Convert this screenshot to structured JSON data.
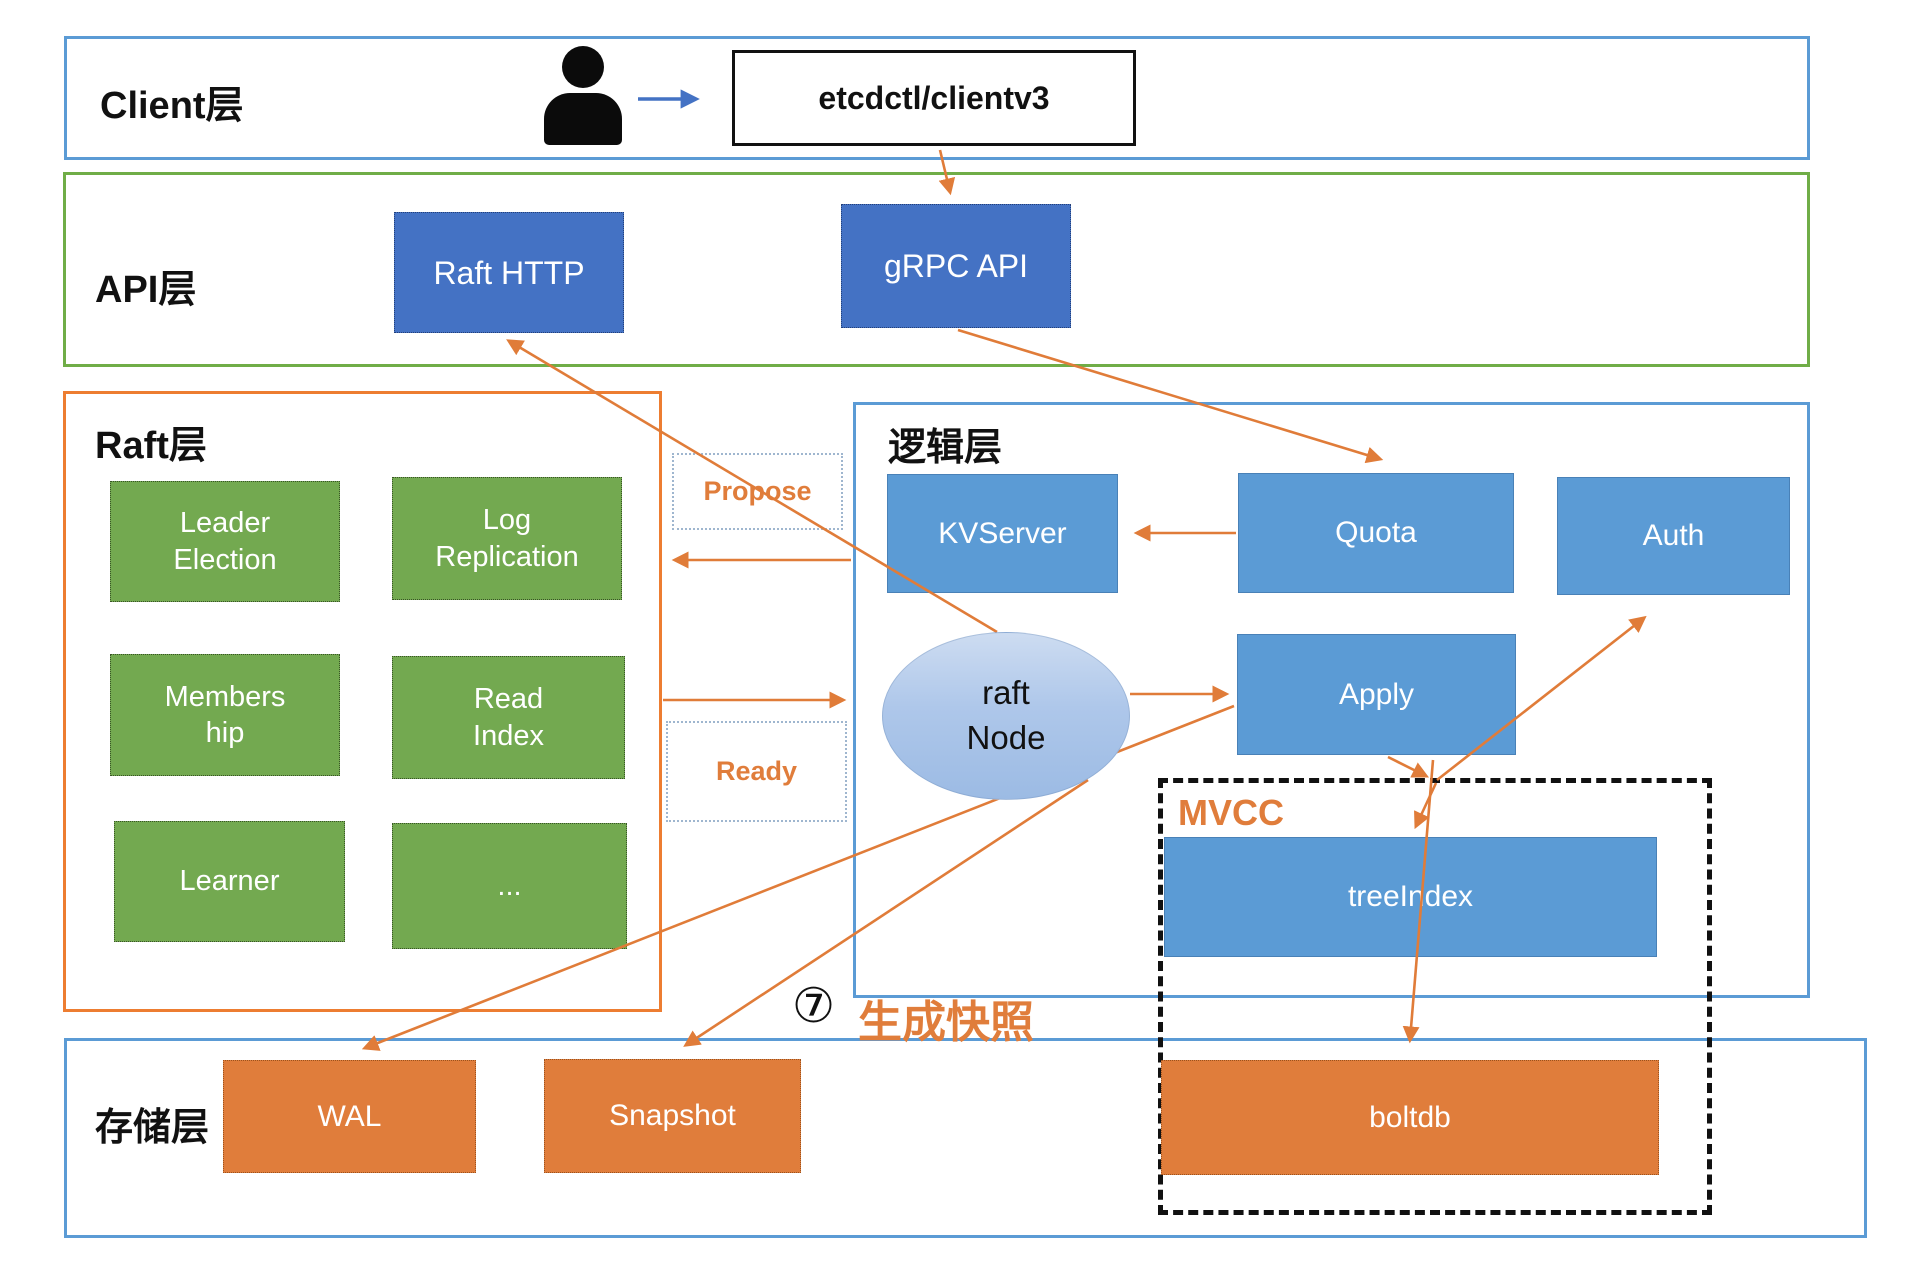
{
  "diagram_title": "etcd architecture layers",
  "colors": {
    "layer_border_blue": "#5B9BD5",
    "layer_border_green": "#70AD47",
    "layer_border_orange": "#ED7D31",
    "box_dark_blue": "#4472C4",
    "box_mid_blue": "#5B9BD5",
    "box_green": "#73A950",
    "box_orange": "#E07D3B",
    "arrow_orange": "#E07C39",
    "arrow_blue": "#4472C4"
  },
  "layers": {
    "client": {
      "label": "Client层",
      "client_box": "etcdctl/clientv3"
    },
    "api": {
      "label": "API层",
      "raft_http": "Raft HTTP",
      "grpc_api": "gRPC API"
    },
    "raft": {
      "label": "Raft层",
      "modules": [
        "Leader\nElection",
        "Log\nReplication",
        "Members\nhip",
        "Read\nIndex",
        "Learner",
        "..."
      ]
    },
    "logic": {
      "label": "逻辑层",
      "kvserver": "KVServer",
      "quota": "Quota",
      "auth": "Auth",
      "raft_node": "raft\nNode",
      "apply": "Apply",
      "mvcc_label": "MVCC",
      "tree_index": "treeIndex"
    },
    "storage": {
      "label": "存储层",
      "wal": "WAL",
      "snapshot": "Snapshot",
      "boltdb": "boltdb"
    }
  },
  "flow_labels": {
    "propose": "Propose",
    "ready": "Ready"
  },
  "annotation": {
    "step_marker": "⑦",
    "text": "生成快照"
  },
  "icons": {
    "user": "user-icon"
  }
}
